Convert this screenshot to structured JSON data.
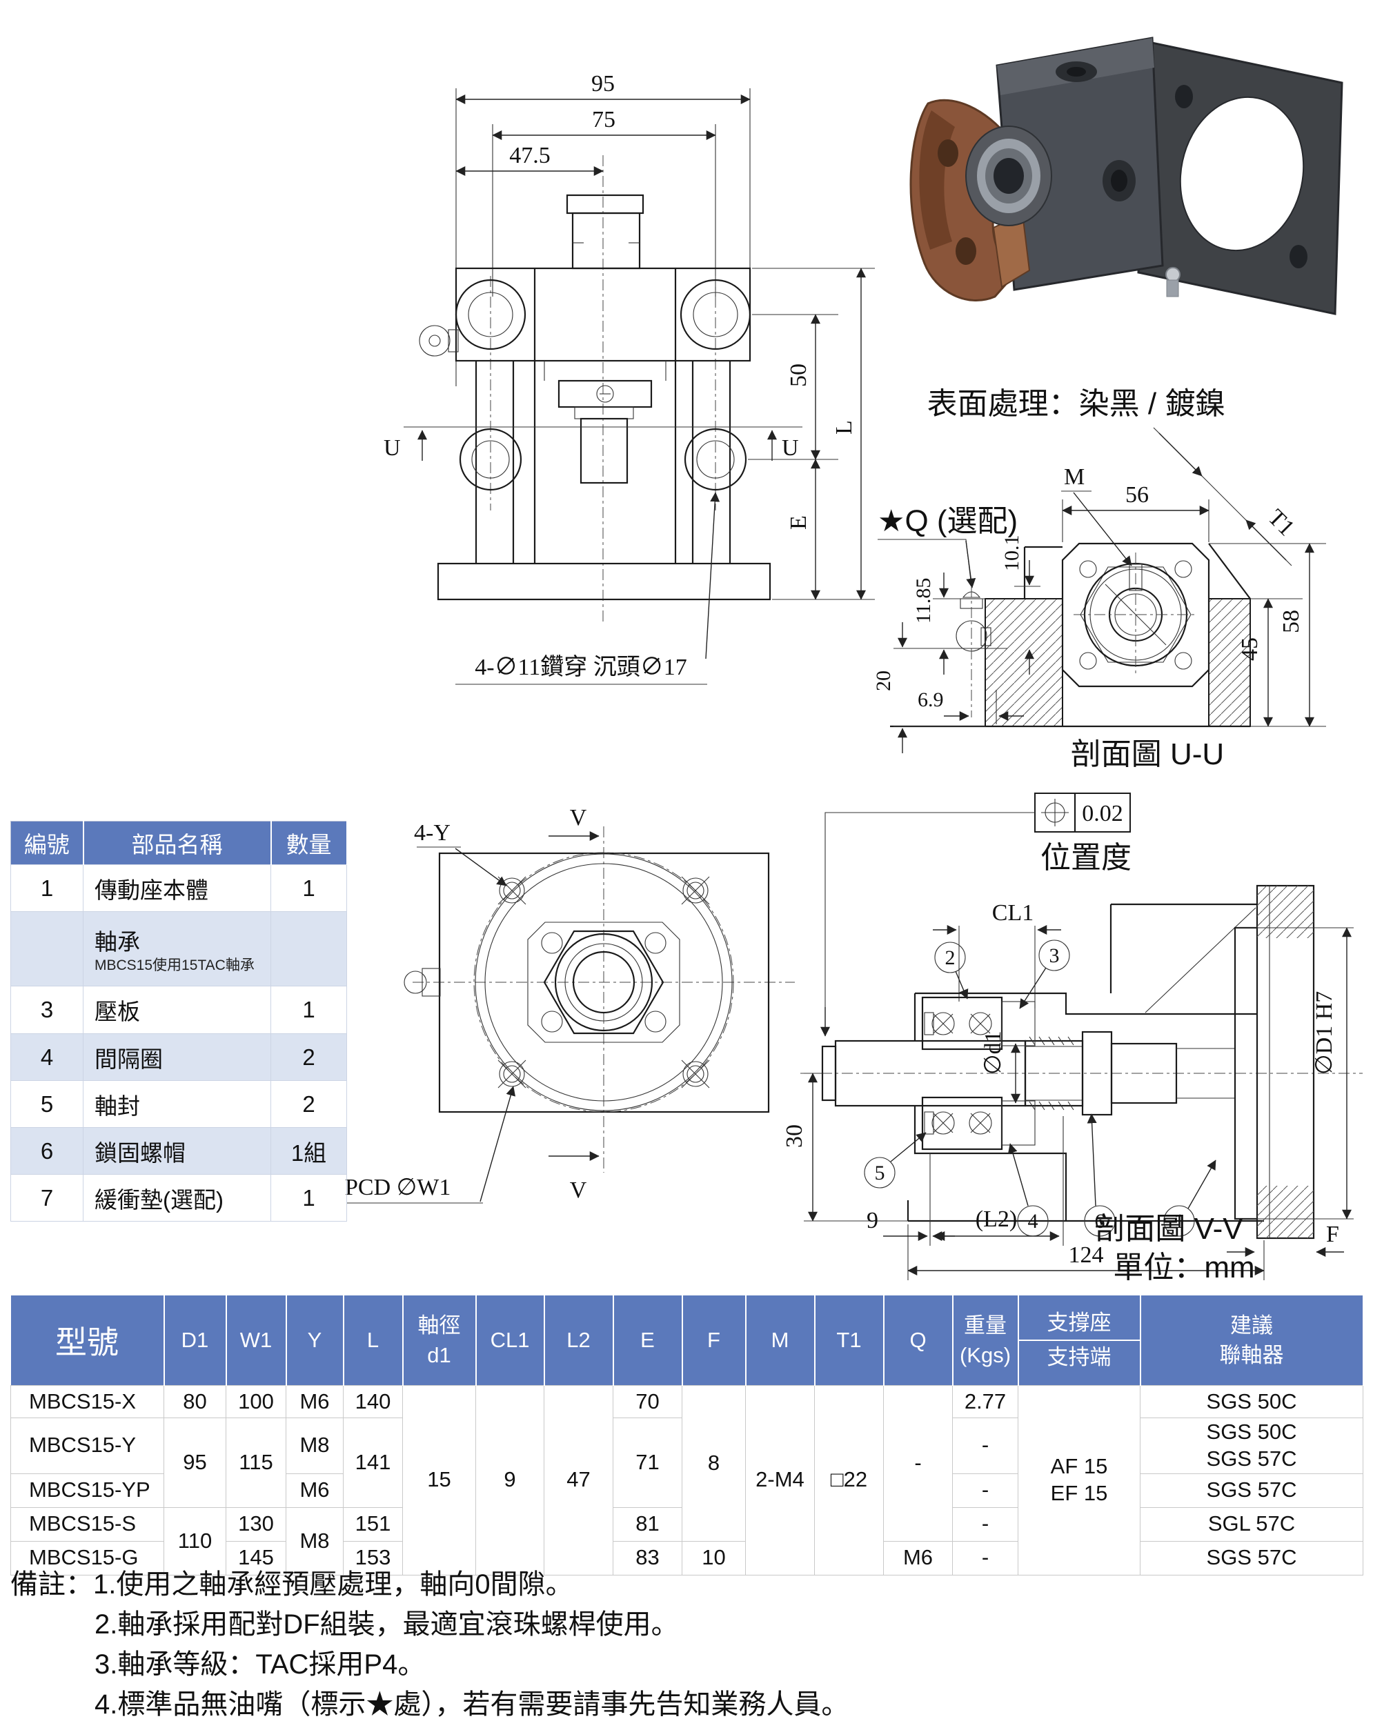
{
  "colors": {
    "header_blue": "#5b79bb",
    "row_alt": "#dbe3f1",
    "brown": "#8a553a",
    "dark_gray": "#44474d"
  },
  "front_view": {
    "dim_95": "95",
    "dim_75": "75",
    "dim_47_5": "47.5",
    "dim_50": "50",
    "dim_L": "L",
    "dim_E": "E",
    "section_u_left": "U",
    "section_u_right": "U",
    "hole_note": "4-∅11鑽穿 沉頭∅17"
  },
  "render3d": {
    "caption": "表面處理：染黑 / 鍍鎳"
  },
  "section_uu": {
    "title": "剖面圖 U-U",
    "q_label": "★Q (選配)",
    "dim_M": "M",
    "dim_56": "56",
    "dim_T1": "T1",
    "dim_10_1": "10.1",
    "dim_11_85": "11.85",
    "dim_20": "20",
    "dim_6_9": "6.9",
    "dim_45": "45",
    "dim_58": "58"
  },
  "front_circle": {
    "label_4y": "4-Y",
    "label_pcd": "PCD ∅W1",
    "v_top": "V",
    "v_bottom": "V"
  },
  "section_vv": {
    "title": "剖面圖 V-V",
    "tol_value": "0.02",
    "tol_label": "位置度",
    "dim_CL1": "CL1",
    "dim_30": "30",
    "dim_9": "9",
    "dim_L2": "(L2)",
    "dim_124": "124",
    "dim_d1": "∅d1",
    "dim_D1": "∅D1 H7",
    "dim_F": "F",
    "unit": "單位：mm",
    "balloons": {
      "n1": "1",
      "n2": "2",
      "n3": "3",
      "n4": "4",
      "n5": "5",
      "n6": "6"
    }
  },
  "parts_table": {
    "headers": {
      "no": "編號",
      "name": "部品名稱",
      "qty": "數量"
    },
    "rows": [
      {
        "no": "1",
        "name": "傳動座本體",
        "sub": "",
        "qty": "1"
      },
      {
        "no": "",
        "name": "軸承",
        "sub": "MBCS15使用15TAC軸承",
        "qty": ""
      },
      {
        "no": "3",
        "name": "壓板",
        "sub": "",
        "qty": "1"
      },
      {
        "no": "4",
        "name": "間隔圈",
        "sub": "",
        "qty": "2"
      },
      {
        "no": "5",
        "name": "軸封",
        "sub": "",
        "qty": "2"
      },
      {
        "no": "6",
        "name": "鎖固螺帽",
        "sub": "",
        "qty": "1組"
      },
      {
        "no": "7",
        "name": "緩衝墊(選配)",
        "sub": "",
        "qty": "1"
      }
    ]
  },
  "spec_table": {
    "headers": {
      "model": "型號",
      "d1": "D1",
      "w1": "W1",
      "y": "Y",
      "l": "L",
      "shaft_a": "軸徑",
      "shaft_b": "d1",
      "cl1": "CL1",
      "l2": "L2",
      "e": "E",
      "f": "F",
      "m": "M",
      "t1": "T1",
      "q": "Q",
      "weight_a": "重量",
      "weight_b": "(Kgs)",
      "support_a": "支撐座",
      "support_b": "支持端",
      "coupling_a": "建議",
      "coupling_b": "聯軸器"
    },
    "cells": {
      "model_x": "MBCS15-X",
      "model_y": "MBCS15-Y",
      "model_yp": "MBCS15-YP",
      "model_s": "MBCS15-S",
      "model_g": "MBCS15-G",
      "d1_x": "80",
      "d1_y": "95",
      "d1_s": "110",
      "w1_x": "100",
      "w1_y": "115",
      "w1_s": "130",
      "w1_g": "145",
      "y_x": "M6",
      "y_y": "M8",
      "y_yp": "M6",
      "y_s": "M8",
      "l_x": "140",
      "l_y": "141",
      "l_s": "151",
      "l_g": "153",
      "shaft_all": "15",
      "cl1_all": "9",
      "l2_all": "47",
      "e_x": "70",
      "e_y": "71",
      "e_s": "81",
      "e_g": "83",
      "f_x": "8",
      "f_g": "10",
      "m_all": "2-M4",
      "t1_all": "□22",
      "q_x": "-",
      "q_g": "M6",
      "w_x": "2.77",
      "w_y": "-",
      "w_yp": "-",
      "w_s": "-",
      "w_g": "-",
      "support_a": "AF 15",
      "support_b": "EF 15",
      "c_x": "SGS 50C",
      "c_y_a": "SGS 50C",
      "c_y_b": "SGS 57C",
      "c_yp": "SGS 57C",
      "c_s": "SGL 57C",
      "c_g": "SGS 57C"
    }
  },
  "notes": {
    "prefix": "備註：",
    "line1": "1.使用之軸承經預壓處理，軸向0間隙。",
    "line2": "2.軸承採用配對DF組裝，最適宜滾珠螺桿使用。",
    "line3": "3.軸承等級：TAC採用P4。",
    "line4": "4.標準品無油嘴（標示★處），若有需要請事先告知業務人員。"
  }
}
